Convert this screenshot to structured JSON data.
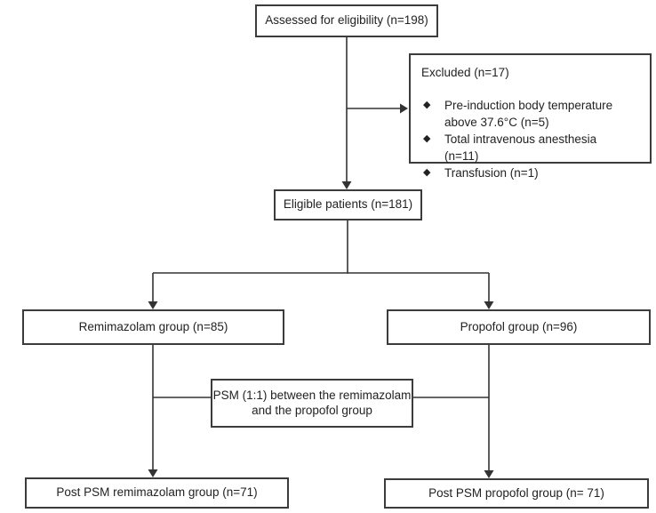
{
  "colors": {
    "bg": "#ffffff",
    "text": "#222222",
    "border": "#3c3c3c",
    "line": "#333333"
  },
  "boxes": {
    "assessed": {
      "label": "Assessed for eligibility (n=198)"
    },
    "excluded": {
      "title": "Excluded (n=17)",
      "bullet": "◆",
      "items": [
        "Pre-induction body temperature above 37.6°C (n=5)",
        "Total intravenous anesthesia (n=11)",
        "Transfusion (n=1)"
      ]
    },
    "eligible": {
      "label": "Eligible patients (n=181)"
    },
    "remimazolam": {
      "label": "Remimazolam group (n=85)"
    },
    "propofol": {
      "label": "Propofol group (n=96)"
    },
    "psm": {
      "lines": [
        "PSM (1:1) between the remimazolam",
        "and the propofol group"
      ]
    },
    "post_remimazolam": {
      "label": "Post PSM remimazolam group (n=71)"
    },
    "post_propofol": {
      "label": "Post PSM propofol group (n= 71)"
    }
  }
}
